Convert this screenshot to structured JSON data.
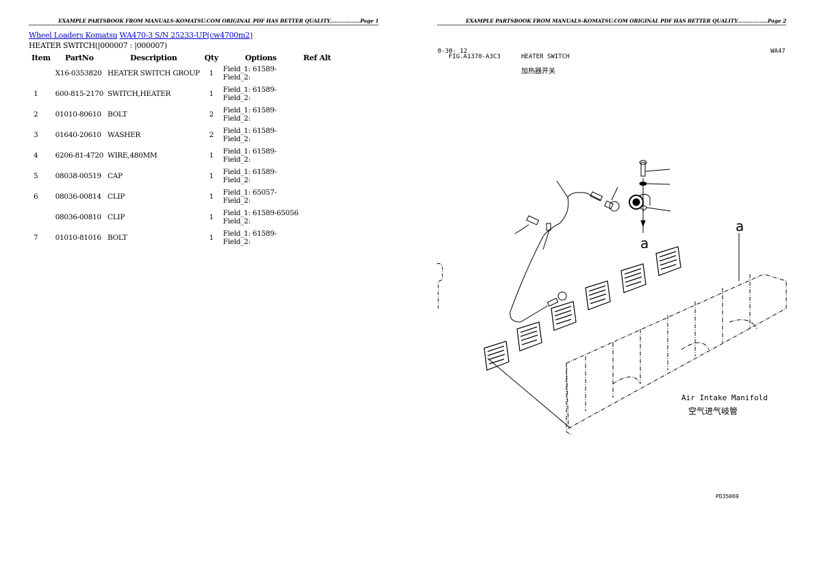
{
  "pages": [
    {
      "header": "EXAMPLE PARTSBOOK FROM MANUALS-KOMATSU.COM ORIGINAL PDF HAS BETTER QUALITY..................Page 1",
      "breadcrumb": {
        "link1": "Wheel Loaders Komatsu",
        "link2": "WA470-3 S/N 25233-UP(cw4700m2)"
      },
      "subtitle": "HEATER SWITCH(|000007 : |000007)",
      "table": {
        "headers": [
          "Item",
          "PartNo",
          "Description",
          "Qty",
          "Options",
          "Ref Alt"
        ],
        "rows": [
          {
            "item": "",
            "partno": "X16-0353820",
            "description": "HEATER SWITCH GROUP",
            "qty": "1",
            "field1": "Field_1: 61589-",
            "field2": "Field_2:",
            "refalt": ""
          },
          {
            "item": "1",
            "partno": "600-815-2170",
            "description": "SWITCH,HEATER",
            "qty": "1",
            "field1": "Field_1: 61589-",
            "field2": "Field_2:",
            "refalt": ""
          },
          {
            "item": "2",
            "partno": "01010-80610",
            "description": "BOLT",
            "qty": "2",
            "field1": "Field_1: 61589-",
            "field2": "Field_2:",
            "refalt": ""
          },
          {
            "item": "3",
            "partno": "01640-20610",
            "description": "WASHER",
            "qty": "2",
            "field1": "Field_1: 61589-",
            "field2": "Field_2:",
            "refalt": ""
          },
          {
            "item": "4",
            "partno": "6206-81-4720",
            "description": "WIRE,480MM",
            "qty": "1",
            "field1": "Field_1: 61589-",
            "field2": "Field_2:",
            "refalt": ""
          },
          {
            "item": "5",
            "partno": "08038-00519",
            "description": "CAP",
            "qty": "1",
            "field1": "Field_1: 61589-",
            "field2": "Field_2:",
            "refalt": ""
          },
          {
            "item": "6",
            "partno": "08036-00814",
            "description": "CLIP",
            "qty": "1",
            "field1": "Field_1: 65057-",
            "field2": "Field_2:",
            "refalt": ""
          },
          {
            "item": "",
            "partno": "08036-00810",
            "description": "CLIP",
            "qty": "1",
            "field1": "Field_1: 61589-65056",
            "field2": "Field_2:",
            "refalt": ""
          },
          {
            "item": "7",
            "partno": "01010-81016",
            "description": "BOLT",
            "qty": "1",
            "field1": "Field_1: 61589-",
            "field2": "Field_2:",
            "refalt": ""
          }
        ]
      }
    },
    {
      "header": "EXAMPLE PARTSBOOK FROM MANUALS-KOMATSU.COM ORIGINAL PDF HAS BETTER QUALITY..................Page 2",
      "figure": {
        "ref_code": "0-30- 12",
        "fig_no": "FIG.A1370-A3C3",
        "title_en": "HEATER SWITCH",
        "title_cn": "加热器开关",
        "model": "WA47",
        "label_a": "a",
        "manifold_en": "Air Intake Manifold",
        "manifold_cn": "空气进气岐管",
        "drawing_no": "PD35069"
      }
    }
  ],
  "colors": {
    "link": "#0000cc",
    "text": "#000000",
    "rule": "#555555"
  }
}
